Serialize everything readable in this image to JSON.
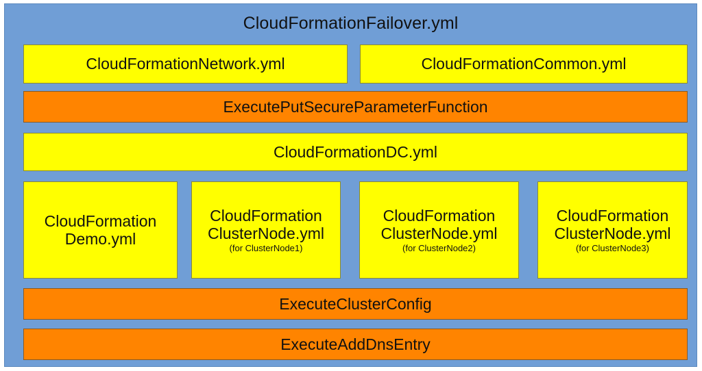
{
  "diagram": {
    "type": "nested-block-diagram",
    "title": "CloudFormationFailover.yml",
    "colors": {
      "container": "#709ed6",
      "template_box": "#ffff00",
      "action_box": "#ff8400",
      "text": "#111111",
      "background": "#ffffff"
    },
    "rows": [
      {
        "row_name": "network-and-common-row",
        "boxes": [
          {
            "id": "network",
            "label": "CloudFormationNetwork.yml",
            "kind": "template"
          },
          {
            "id": "common",
            "label": "CloudFormationCommon.yml",
            "kind": "template"
          }
        ]
      },
      {
        "row_name": "put-secure-parameter-row",
        "boxes": [
          {
            "id": "putsecureparam",
            "label": "ExecutePutSecureParameterFunction",
            "kind": "action"
          }
        ]
      },
      {
        "row_name": "dc-row",
        "boxes": [
          {
            "id": "dc",
            "label": "CloudFormationDC.yml",
            "kind": "template"
          }
        ]
      },
      {
        "row_name": "cluster-node-row",
        "boxes": [
          {
            "id": "demo",
            "label": "CloudFormation\nDemo.yml",
            "sublabel": "",
            "kind": "template"
          },
          {
            "id": "clusternode1",
            "label": "CloudFormation\nClusterNode.yml",
            "sublabel": "(for ClusterNode1)",
            "kind": "template"
          },
          {
            "id": "clusternode2",
            "label": "CloudFormation\nClusterNode.yml",
            "sublabel": "(for ClusterNode2)",
            "kind": "template"
          },
          {
            "id": "clusternode3",
            "label": "CloudFormation\nClusterNode.yml",
            "sublabel": "(for ClusterNode3)",
            "kind": "template"
          }
        ]
      },
      {
        "row_name": "cluster-config-row",
        "boxes": [
          {
            "id": "clusterconfig",
            "label": "ExecuteClusterConfig",
            "kind": "action"
          }
        ]
      },
      {
        "row_name": "add-dns-entry-row",
        "boxes": [
          {
            "id": "adddnsentry",
            "label": "ExecuteAddDnsEntry",
            "kind": "action"
          }
        ]
      }
    ]
  }
}
